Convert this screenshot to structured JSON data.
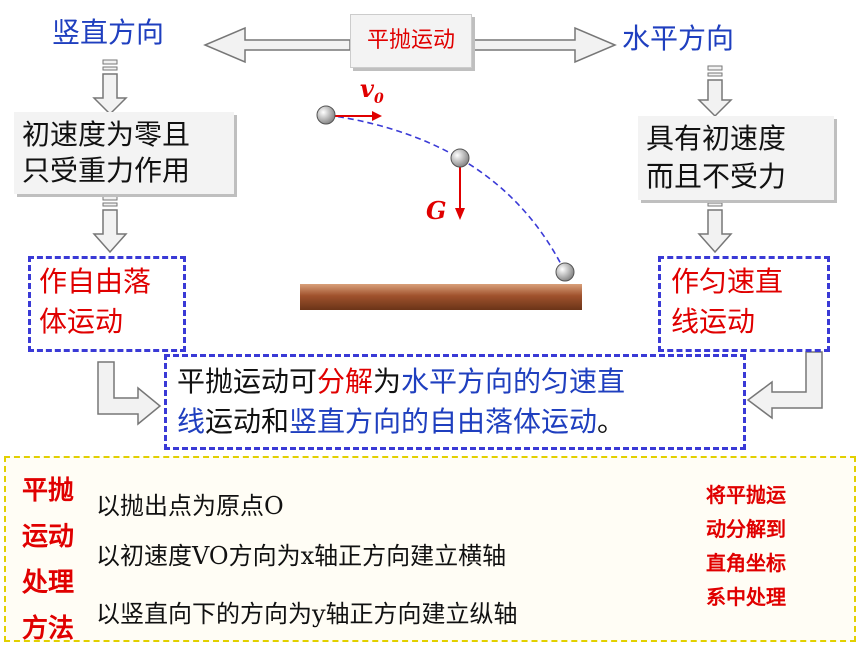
{
  "header": {
    "left_label": "竖直方向",
    "center_label": "平抛运动",
    "right_label": "水平方向"
  },
  "left_col": {
    "cond_line1": "初速度为零且",
    "cond_line2": "只受重力作用",
    "result_line1": "作自由落",
    "result_line2": "体运动"
  },
  "right_col": {
    "cond_line1": "具有初速度",
    "cond_line2": "而且不受力",
    "result_line1": "作匀速直",
    "result_line2": "线运动"
  },
  "figure": {
    "v0_label": "v",
    "v0_sub": "0",
    "g_label": "G"
  },
  "summary": {
    "part1": "平抛运动可",
    "part2": "分解",
    "part3": "为",
    "part4": "水平方向的匀速直",
    "part5": "线",
    "part6": "运动和",
    "part7": "竖直方向的自由落体运动",
    "part8": "。"
  },
  "method": {
    "title_lines": [
      "平抛",
      "运动",
      "处理",
      "方法"
    ],
    "lines": [
      "以抛出点为原点O",
      "以初速度VO方向为x轴正方向建立横轴",
      "以竖直向下的方向为y轴正方向建立纵轴"
    ],
    "note_lines": [
      "将平抛运",
      "动分解到",
      "直角坐标",
      "系中处理"
    ]
  },
  "colors": {
    "blue_text": "#1f3fbf",
    "red_text": "#e00000",
    "dash_blue": "#3a3ad6",
    "ground": "#a0522d",
    "method_border": "#e2d000"
  }
}
